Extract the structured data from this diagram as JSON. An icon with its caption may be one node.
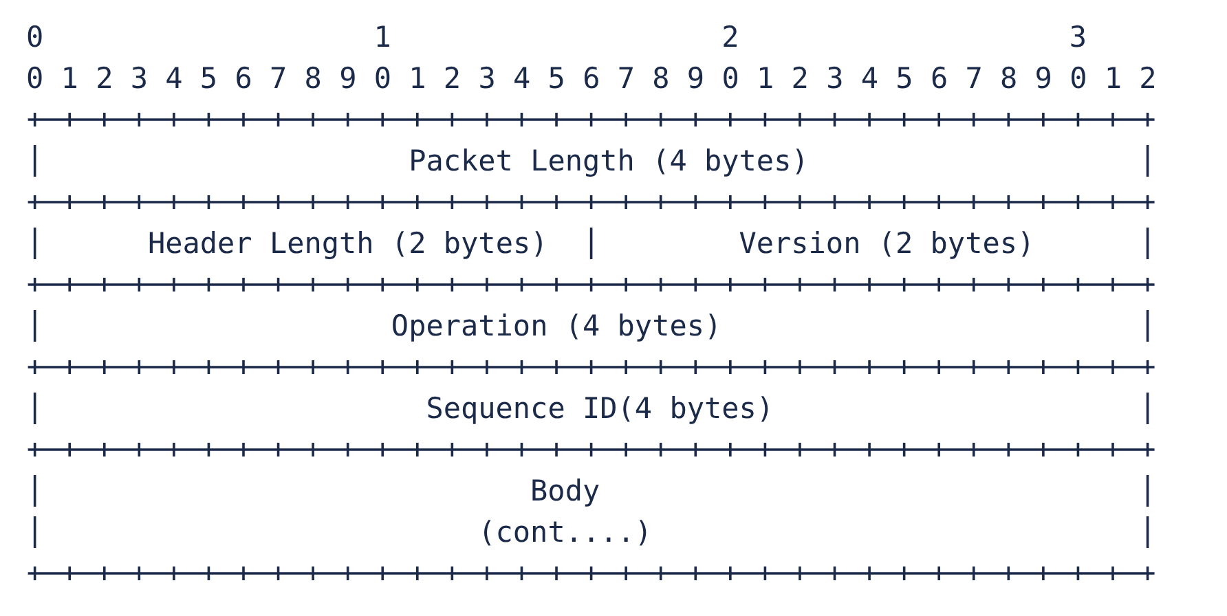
{
  "diagram": {
    "nodes": [
      {
        "text": [
          "Packet Length (4 bytes)"
        ]
      },
      {
        "text": [
          "Header Length (2 bytes)"
        ]
      },
      {
        "text": [
          "Version (2 bytes)"
        ]
      },
      {
        "text": [
          "Operation (4 bytes)"
        ]
      },
      {
        "text": [
          "Sequence ID(4 bytes)"
        ]
      },
      {
        "text": [
          "Body (cont....)"
        ]
      }
    ],
    "edges": [],
    "labels": [
      "0",
      "1",
      "2",
      "3",
      "0 1 2 3 4 5 6 7 8 9 0 1 2 3 4 5 6 7 8 9 0 1 2 3 4 5 6 7 8 9 0 1 2"
    ]
  }
}
